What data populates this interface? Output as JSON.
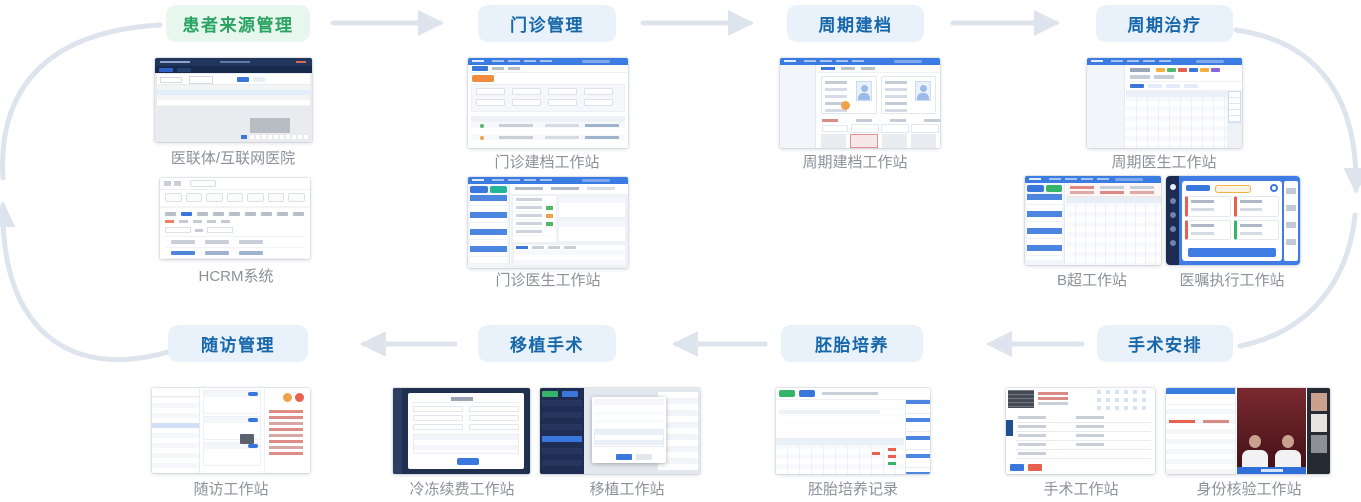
{
  "colors": {
    "pill_blue_bg": "#e9f1fb",
    "pill_blue_text": "#1767ab",
    "pill_green_bg": "#e8f7ee",
    "pill_green_text": "#29a361",
    "arrow": "#dde4ed",
    "caption_text": "#8b9199"
  },
  "stages": {
    "top": [
      {
        "label": "患者来源管理",
        "variant": "green"
      },
      {
        "label": "门诊管理",
        "variant": "blue"
      },
      {
        "label": "周期建档",
        "variant": "blue"
      },
      {
        "label": "周期治疗",
        "variant": "blue"
      }
    ],
    "bottom": [
      {
        "label": "随访管理",
        "variant": "blue"
      },
      {
        "label": "移植手术",
        "variant": "blue"
      },
      {
        "label": "胚胎培养",
        "variant": "blue"
      },
      {
        "label": "手术安排",
        "variant": "blue"
      }
    ]
  },
  "workstations": {
    "yilianti": "医联体/互联网医院",
    "hcrm": "HCRM系统",
    "mz_jiandang": "门诊建档工作站",
    "mz_yisheng": "门诊医生工作站",
    "zq_jiandang": "周期建档工作站",
    "zq_yisheng": "周期医生工作站",
    "bchao": "B超工作站",
    "yizhu": "医嘱执行工作站",
    "suifang": "随访工作站",
    "lengdong": "冷冻续费工作站",
    "yizhi": "移植工作站",
    "peiyang": "胚胎培养记录",
    "shoushu": "手术工作站",
    "shenfen": "身份核验工作站"
  }
}
